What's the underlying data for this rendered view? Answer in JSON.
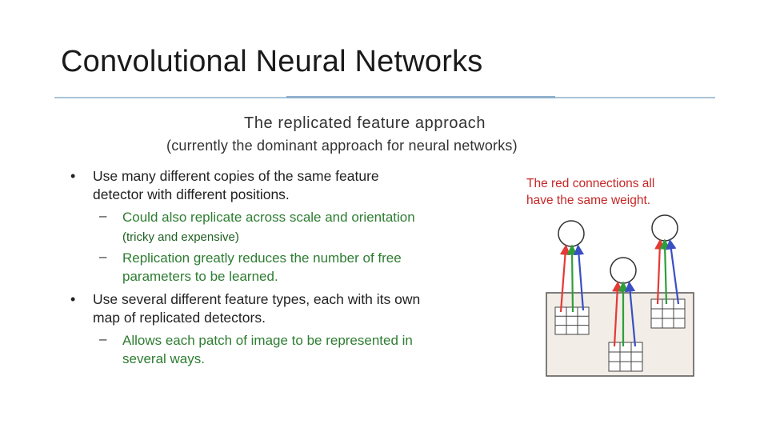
{
  "slide": {
    "title": "Convolutional Neural Networks"
  },
  "figure": {
    "heading": "The replicated feature approach",
    "subheading": "(currently the dominant approach for neural networks)",
    "bullets": [
      {
        "text_line1": "Use many different copies of the same feature",
        "text_line2": "detector with different positions.",
        "subs": [
          {
            "line1": "Could also replicate across scale and orientation",
            "line2": "(tricky and expensive)"
          },
          {
            "line1": "Replication greatly reduces the number of free",
            "line2": "parameters to be learned."
          }
        ]
      },
      {
        "text_line1": "Use several different feature types, each with its own",
        "text_line2": "map of replicated detectors.",
        "subs": [
          {
            "line1": "Allows each patch of image to be represented in",
            "line2": "several ways."
          }
        ]
      }
    ],
    "bullet_marker": "•",
    "dash_marker": "–",
    "note_line1": "The red connections all",
    "note_line2": "have the same weight.",
    "colors": {
      "red": "#e53935",
      "green": "#2e9e3a",
      "blue": "#3a4fc4",
      "image_bg": "#f2ede6"
    }
  }
}
